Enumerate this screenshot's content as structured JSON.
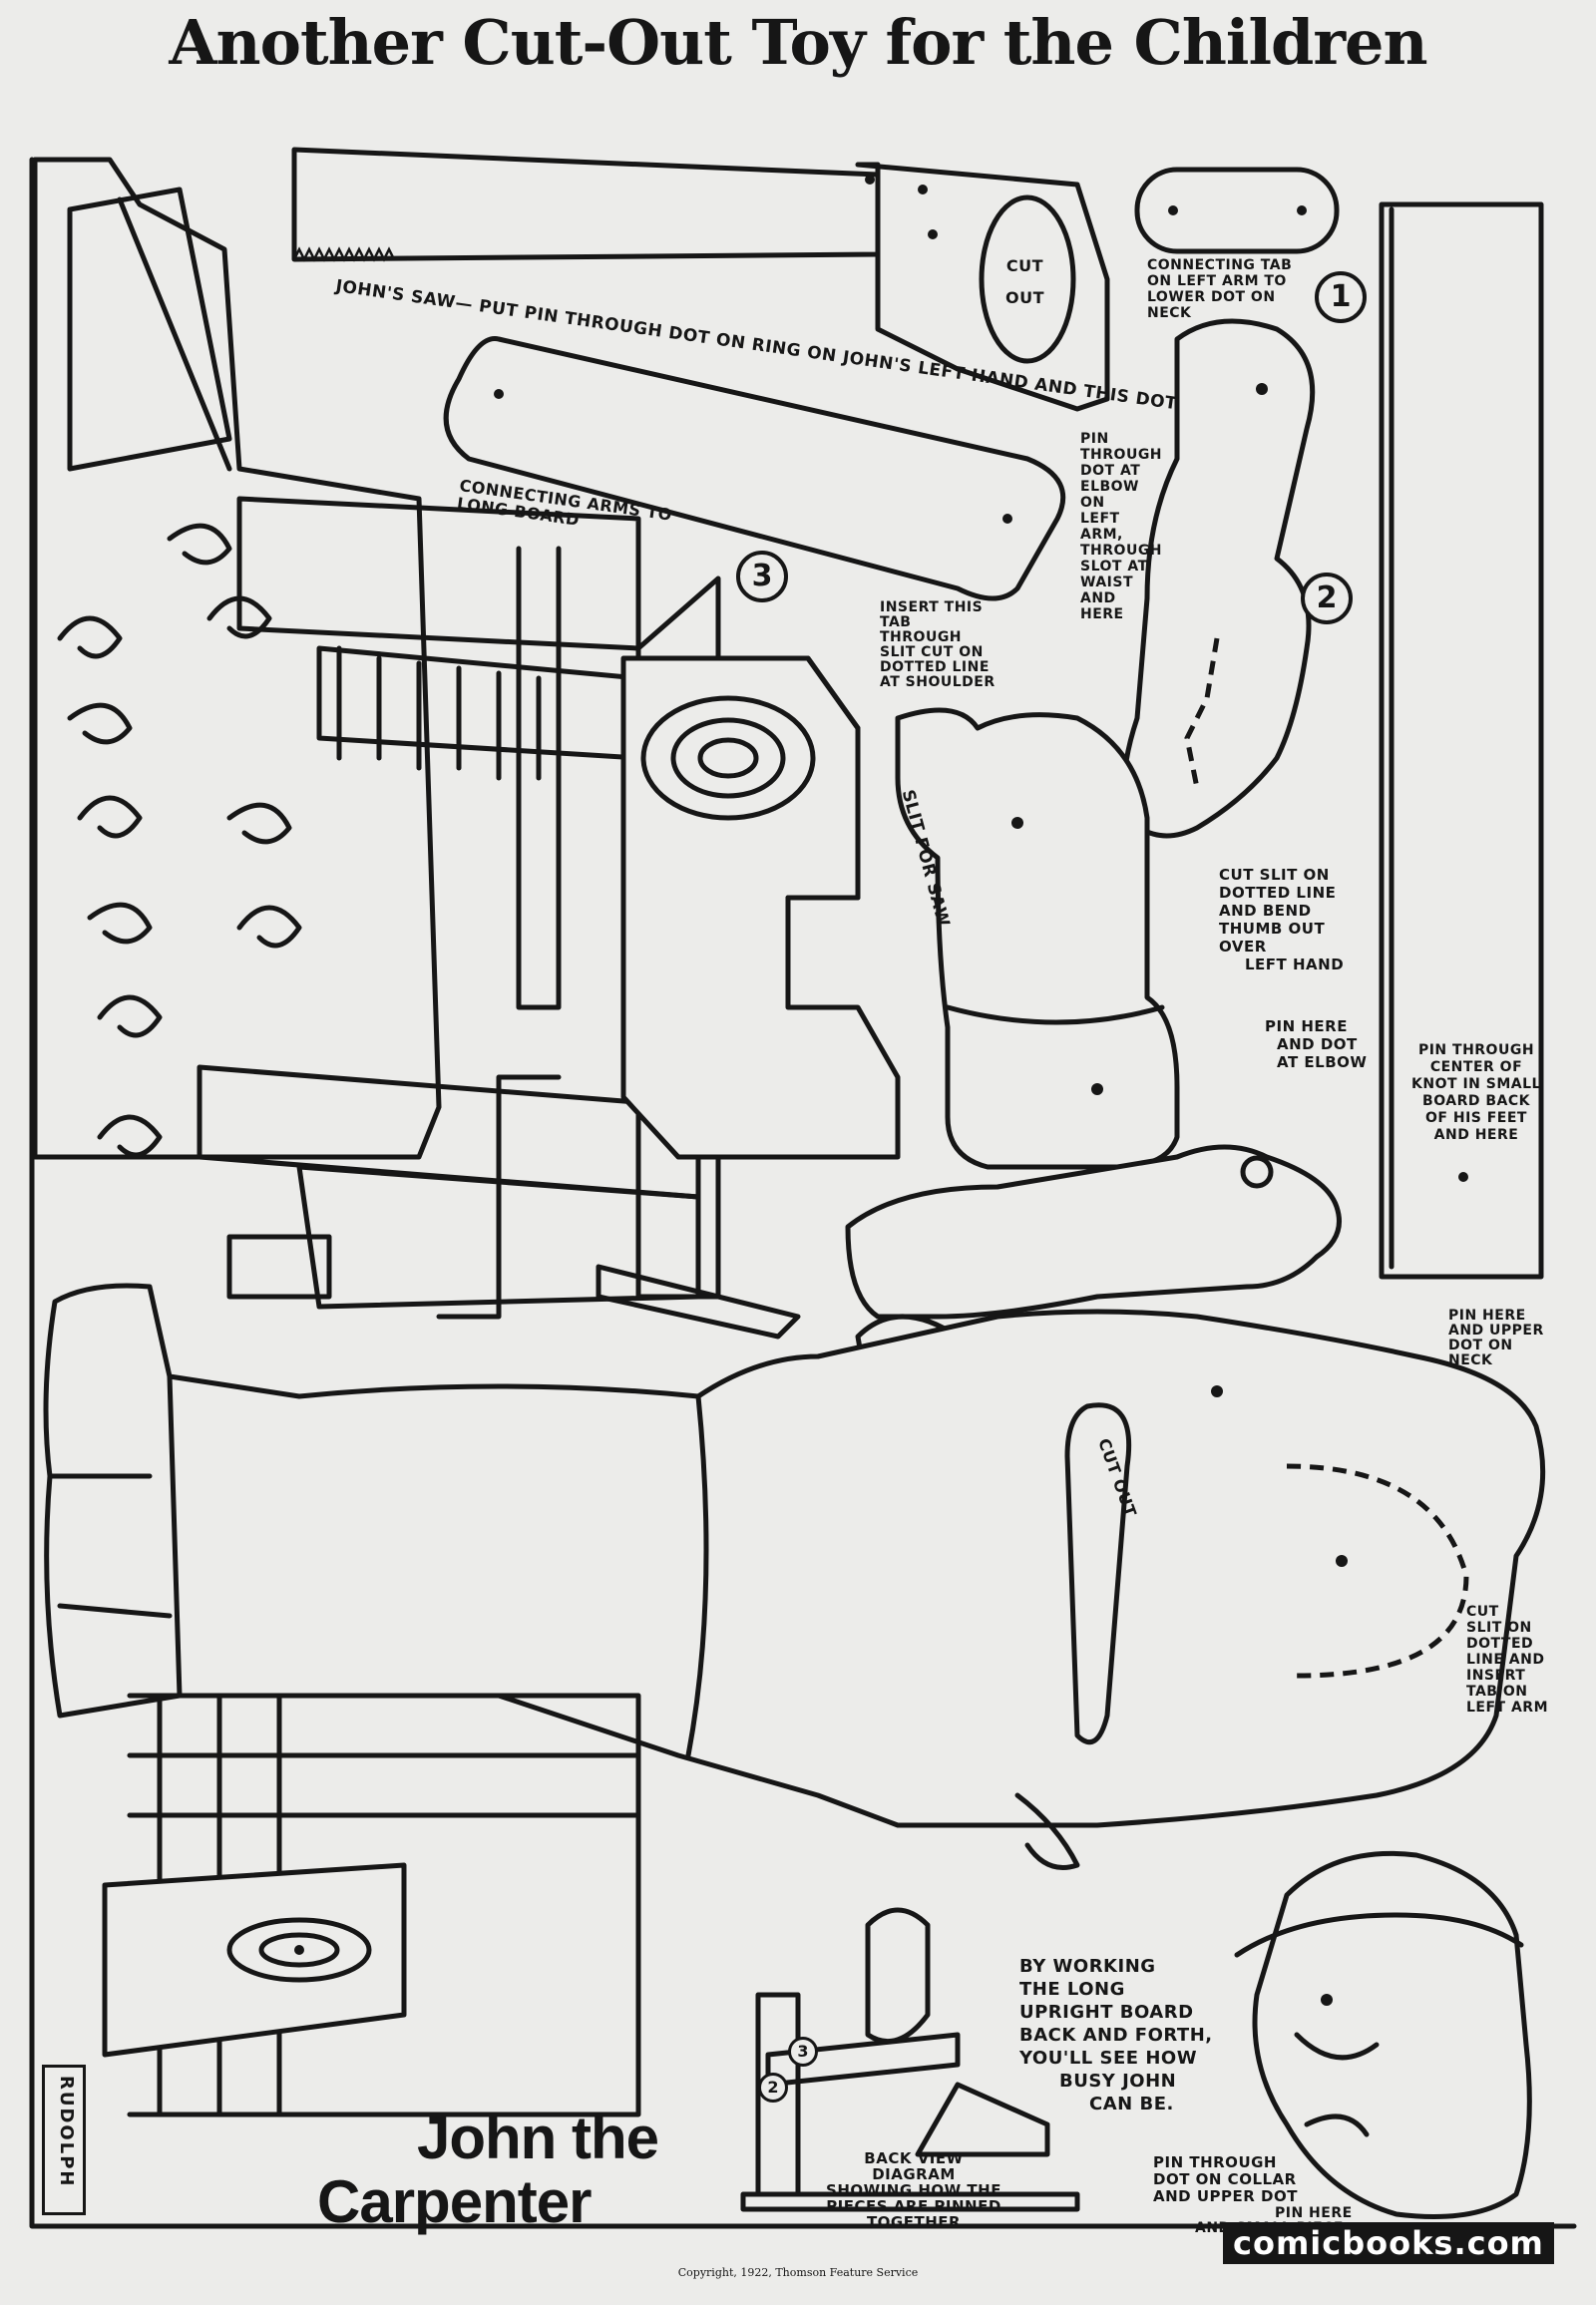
{
  "page": {
    "title": "Another Cut-Out Toy for the Children",
    "toy_name_line1": "John the",
    "toy_name_line2": "Carpenter",
    "artist_signature": "RUDOLPH",
    "copyright": "Copyright, 1922, Thomson Feature Service",
    "watermark": "comicbooks.com"
  },
  "pieces": {
    "saw": {
      "instruction": "JOHN'S SAW— PUT PIN THROUGH DOT ON RING ON JOHN'S LEFT HAND AND THIS DOT",
      "handle_label": [
        "CUT",
        "OUT"
      ]
    },
    "tab_1": {
      "number": "1",
      "instruction": [
        "CONNECTING TAB",
        "ON LEFT ARM TO",
        "LOWER DOT ON",
        "NECK"
      ]
    },
    "arm_bar_3": {
      "number": "3",
      "instruction": [
        "CONNECTING ARMS TO",
        "LONG BOARD"
      ]
    },
    "left_arm_2": {
      "number": "2",
      "instruction": [
        "PIN",
        "THROUGH",
        "DOT AT",
        "ELBOW",
        "ON",
        "LEFT",
        "ARM,",
        "THROUGH",
        "SLOT AT",
        "WAIST",
        "AND",
        "HERE"
      ],
      "cut_instruction": [
        "CUT SLIT ON",
        "DOTTED LINE",
        "AND BEND",
        "THUMB OUT",
        "OVER",
        "LEFT HAND"
      ]
    },
    "right_arm": {
      "tab_instruction": [
        "INSERT THIS",
        "TAB",
        "THROUGH",
        "SLIT CUT ON",
        "DOTTED LINE",
        "AT SHOULDER"
      ],
      "slit_label": "SLIT FOR SAW",
      "pin_instruction": [
        "PIN HERE",
        "AND DOT",
        "AT ELBOW"
      ]
    },
    "upright_board": {
      "instruction": [
        "PIN THROUGH",
        "CENTER OF",
        "KNOT IN SMALL",
        "BOARD BACK",
        "OF HIS FEET",
        "AND HERE"
      ]
    },
    "body": {
      "neck_instruction": [
        "PIN HERE",
        "AND UPPER",
        "DOT ON",
        "NECK"
      ],
      "cut_label": "CUT OUT",
      "slit_instruction": [
        "CUT",
        "SLIT ON",
        "DOTTED",
        "LINE AND",
        "INSERT",
        "TAB ON",
        "LEFT ARM"
      ]
    },
    "back_view": {
      "caption": [
        "BACK VIEW",
        "DIAGRAM",
        "SHOWING HOW THE",
        "PIECES ARE PINNED",
        "TOGETHER"
      ],
      "labels": [
        "3",
        "2"
      ]
    },
    "instructions": {
      "text": [
        "BY WORKING",
        "THE LONG",
        "UPRIGHT BOARD",
        "BACK AND FORTH,",
        "YOU'LL SEE HOW",
        "BUSY JOHN",
        "CAN BE."
      ]
    },
    "head": {
      "collar_instruction": [
        "PIN THROUGH",
        "DOT ON COLLAR",
        "AND UPPER DOT"
      ],
      "small_piece_instruction": [
        "PIN HERE",
        "AND SMALL PIECE"
      ]
    }
  }
}
